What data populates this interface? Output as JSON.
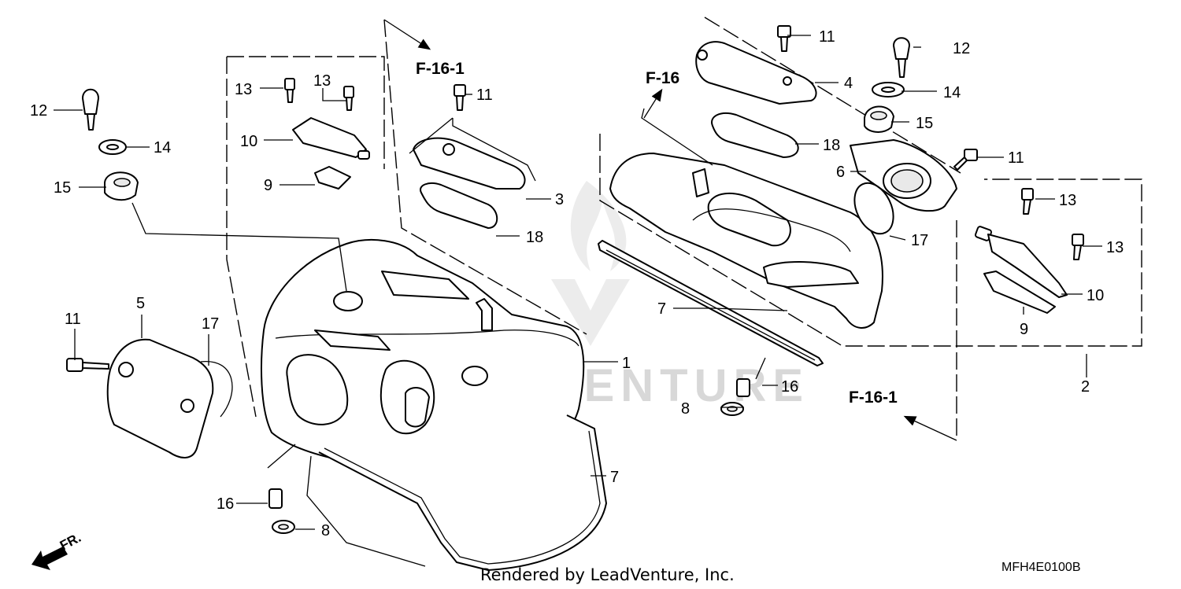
{
  "diagram": {
    "callouts": {
      "c1": "1",
      "c2": "2",
      "c3": "3",
      "c4": "4",
      "c5": "5",
      "c6": "6",
      "c7a": "7",
      "c7b": "7",
      "c8a": "8",
      "c8b": "8",
      "c9a": "9",
      "c9b": "9",
      "c10a": "10",
      "c10b": "10",
      "c11a": "11",
      "c11b": "11",
      "c11c": "11",
      "c11d": "11",
      "c12a": "12",
      "c12b": "12",
      "c13a": "13",
      "c13b": "13",
      "c13c": "13",
      "c13d": "13",
      "c14a": "14",
      "c14b": "14",
      "c15a": "15",
      "c15b": "15",
      "c16a": "16",
      "c16b": "16",
      "c17a": "17",
      "c17b": "17",
      "c18a": "18",
      "c18b": "18"
    },
    "references": {
      "f161_top": "F-16-1",
      "f16": "F-16",
      "f161_bottom": "F-16-1",
      "front": "FR."
    },
    "watermark": "LEADVENTURE",
    "footer": "Rendered by LeadVenture, Inc.",
    "diagram_code": "MFH4E0100B"
  }
}
